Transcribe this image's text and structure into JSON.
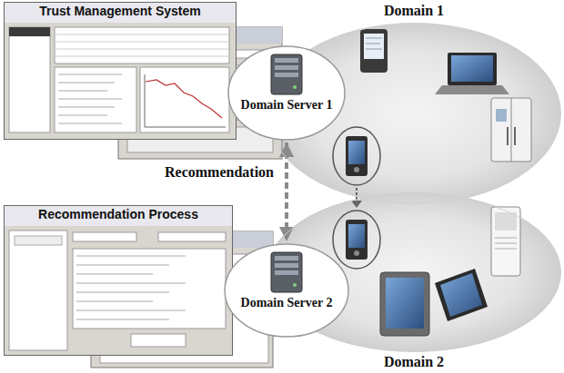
{
  "diagram": {
    "nodes": [
      {
        "text": [
          "Trust Management System"
        ]
      },
      {
        "text": [
          "Domain 1"
        ]
      },
      {
        "text": [
          "Domain Server 1"
        ]
      },
      {
        "text": [
          "Recommendation Process"
        ]
      },
      {
        "text": [
          "Domain Server 2"
        ]
      },
      {
        "text": [
          "Domain 2"
        ]
      }
    ],
    "edges": [
      {
        "from": 2,
        "to": 4,
        "label": "Recommendation",
        "arrow": "both"
      }
    ]
  }
}
